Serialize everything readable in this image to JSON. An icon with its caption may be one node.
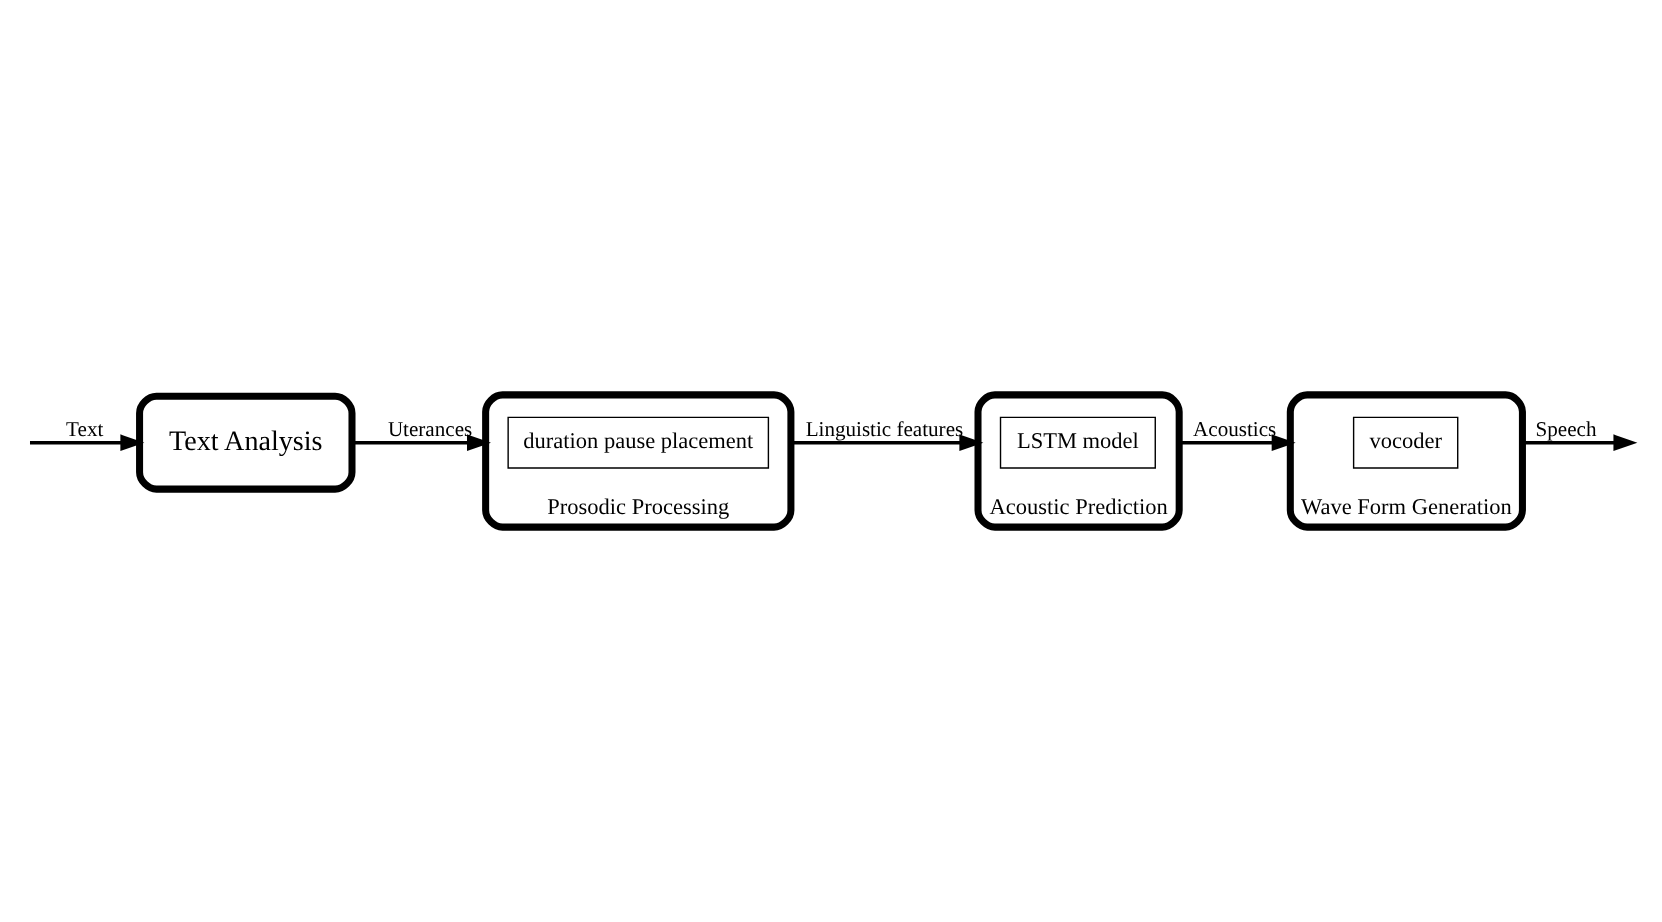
{
  "diagram": {
    "nodes": [
      {
        "text": [
          "Text Analysis"
        ]
      },
      {
        "text": [
          "Prosodic Processing"
        ]
      },
      {
        "text": [
          "duration pause placement"
        ],
        "in": 1
      },
      {
        "text": [
          "Acoustic Prediction"
        ]
      },
      {
        "text": [
          "LSTM model"
        ],
        "in": 3
      },
      {
        "text": [
          "Wave Form Generation"
        ]
      },
      {
        "text": [
          "vocoder"
        ],
        "in": 5
      }
    ],
    "edges": [
      {
        "from": null,
        "to": 0,
        "arrow": "to",
        "label": "Text"
      },
      {
        "from": 0,
        "to": 1,
        "arrow": "to",
        "label": "Uterances"
      },
      {
        "from": 1,
        "to": 3,
        "arrow": "to",
        "label": "Linguistic features"
      },
      {
        "from": 3,
        "to": 5,
        "arrow": "to",
        "label": "Acoustics"
      },
      {
        "from": 5,
        "to": null,
        "arrow": "to",
        "label": "Speech"
      }
    ]
  }
}
